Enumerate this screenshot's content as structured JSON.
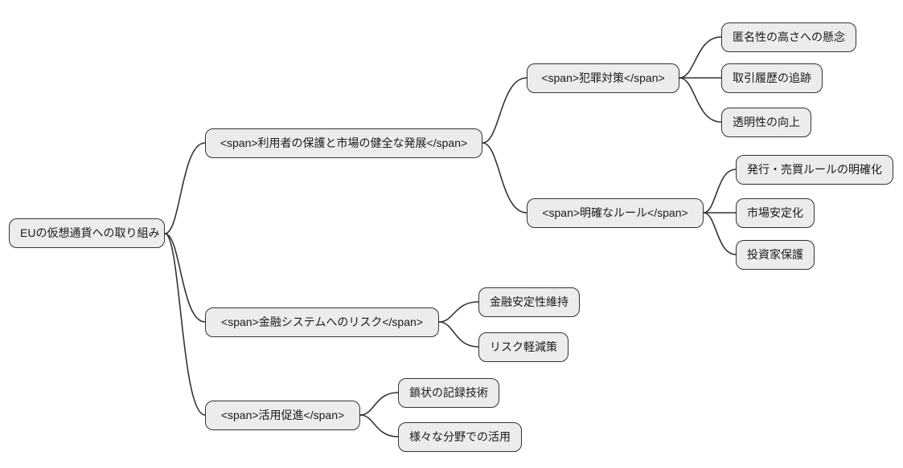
{
  "colors": {
    "background": "#ffffff",
    "node_fill": "#ececec",
    "node_border": "#333333",
    "edge_stroke": "#333333",
    "text": "#1a1a1a"
  },
  "mindmap": {
    "root": {
      "label": "EUの仮想通貨への取り組み"
    },
    "branches": [
      {
        "label": "<span>利用者の保護と市場の健全な発展</span>",
        "children": [
          {
            "label": "<span>犯罪対策</span>",
            "children": [
              {
                "label": "匿名性の高さへの懸念"
              },
              {
                "label": "取引履歴の追跡"
              },
              {
                "label": "透明性の向上"
              }
            ]
          },
          {
            "label": "<span>明確なルール</span>",
            "children": [
              {
                "label": "発行・売買ルールの明確化"
              },
              {
                "label": "市場安定化"
              },
              {
                "label": "投資家保護"
              }
            ]
          }
        ]
      },
      {
        "label": "<span>金融システムへのリスク</span>",
        "children": [
          {
            "label": "金融安定性維持"
          },
          {
            "label": "リスク軽減策"
          }
        ]
      },
      {
        "label": "<span>活用促進</span>",
        "children": [
          {
            "label": "鎖状の記録技術"
          },
          {
            "label": "様々な分野での活用"
          }
        ]
      }
    ]
  }
}
